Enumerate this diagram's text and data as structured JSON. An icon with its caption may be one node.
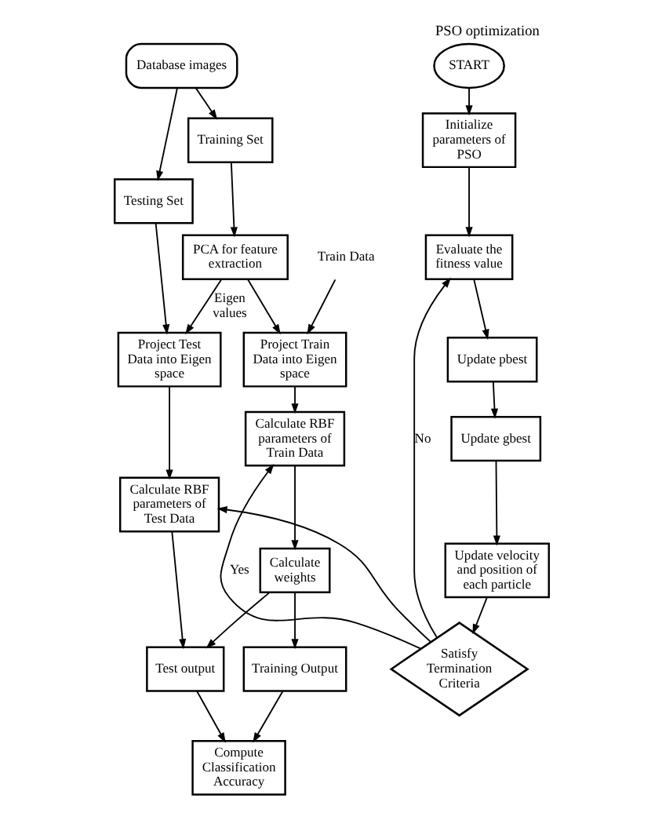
{
  "diagram": {
    "title": "PSO optimization",
    "nodes": [
      {
        "text": [
          "Database images"
        ]
      },
      {
        "text": [
          "Training Set"
        ]
      },
      {
        "text": [
          "PCA for feature extraction"
        ]
      },
      {
        "text": [
          "Train Data"
        ]
      },
      {
        "text": [
          "Project Train Data into Eigen space"
        ]
      },
      {
        "text": [
          "Testing Set"
        ]
      },
      {
        "text": [
          "Project Test Data into Eigen space"
        ]
      },
      {
        "text": [
          "Calculate RBF parameters of Train Data"
        ]
      },
      {
        "text": [
          "Calculate weights"
        ]
      },
      {
        "text": [
          "Training Output"
        ]
      },
      {
        "text": [
          "Compute Classification Accuracy"
        ]
      },
      {
        "text": [
          "Calculate RBF parameters of Test Data"
        ]
      },
      {
        "text": [
          "Test output"
        ]
      },
      {
        "text": [
          "START"
        ]
      },
      {
        "text": [
          "Initialize parameters of PSO"
        ]
      },
      {
        "text": [
          "Evaluate the fitness value"
        ]
      },
      {
        "text": [
          "Update pbest"
        ]
      },
      {
        "text": [
          "Update gbest"
        ]
      },
      {
        "text": [
          "Update velocity and position of each particle"
        ]
      },
      {
        "text": [
          "Satisfy Termination Criteria"
        ]
      }
    ],
    "edges": [
      {
        "from": 0,
        "to": 1,
        "arrow": "to"
      },
      {
        "from": 0,
        "to": 5,
        "arrow": "to"
      },
      {
        "from": 1,
        "to": 2,
        "arrow": "to"
      },
      {
        "from": 2,
        "to": 4,
        "arrow": "to"
      },
      {
        "from": 3,
        "to": 4,
        "arrow": "to"
      },
      {
        "from": 5,
        "to": 6,
        "arrow": "to"
      },
      {
        "from": 2,
        "to": 6,
        "label": "Eigen values",
        "arrow": "to"
      },
      {
        "from": 4,
        "to": 7,
        "arrow": "to"
      },
      {
        "from": 6,
        "to": 11,
        "arrow": "to"
      },
      {
        "from": 7,
        "to": 8,
        "arrow": "to"
      },
      {
        "from": 8,
        "to": 9,
        "arrow": "to"
      },
      {
        "from": 9,
        "to": 10,
        "arrow": "to"
      },
      {
        "from": 8,
        "to": 12,
        "arrow": "to"
      },
      {
        "from": 11,
        "to": 12,
        "arrow": "to"
      },
      {
        "from": 12,
        "to": 10,
        "arrow": "to"
      },
      {
        "from": 13,
        "to": 14,
        "arrow": "to"
      },
      {
        "from": 14,
        "to": 15,
        "arrow": "to"
      },
      {
        "from": 15,
        "to": 16,
        "arrow": "to"
      },
      {
        "from": 16,
        "to": 17,
        "arrow": "to"
      },
      {
        "from": 17,
        "to": 18,
        "arrow": "to"
      },
      {
        "from": 18,
        "to": 19,
        "arrow": "to"
      },
      {
        "from": 19,
        "to": 15,
        "label": "No",
        "arrow": "to"
      },
      {
        "from": 19,
        "to": 7,
        "label": "Yes",
        "arrow": "to"
      },
      {
        "from": 19,
        "to": 11,
        "arrow": "to"
      }
    ]
  }
}
